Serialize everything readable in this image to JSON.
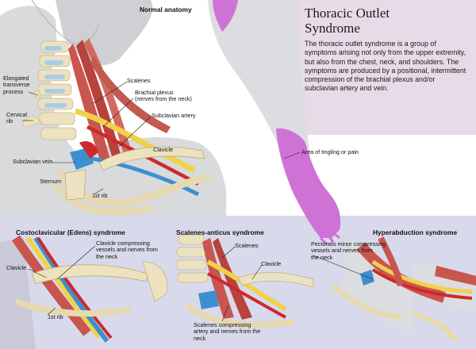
{
  "main_panel": {
    "heading": "Normal anatomy",
    "labels": {
      "elongated_process": "Elongated\ntransverse\nprocess",
      "cervical_rib": "Cervical\nrib",
      "scalenes": "Scalenes",
      "brachial_plexus": "Brachial plexus\n(nerves from the neck)",
      "subclavian_artery": "Subclavian artery",
      "clavicle": "Clavicle",
      "subclavian_vein": "Subclavian vein",
      "sternum": "Sternum",
      "first_rib": "1st rib"
    }
  },
  "info": {
    "title": "Thoracic Outlet\nSyndrome",
    "description": "The thoracic outlet syndrome is a group of symptoms arising not only from the upper extremity, but also from the chest, neck, and shoulders. The symptoms are produced by a positional, intermittent compression of the brachial plexus and/or subclavian artery and vein."
  },
  "arm": {
    "tingling_label": "Area of tingling or pain"
  },
  "syndromes": [
    {
      "heading": "Costoclavicular (Edens) syndrome",
      "labels": {
        "compress": "Clavicle compressing\nvessels and nerves from\nthe neck",
        "clavicle": "Clavicle",
        "first_rib": "1st rib"
      }
    },
    {
      "heading": "Scalenes-anticus syndrome",
      "labels": {
        "scalenes": "Scalenes",
        "clavicle": "Clavicle",
        "compress": "Scalenes compressing\nartery and nerves from the\nneck"
      }
    },
    {
      "heading": "Hyperabduction syndrome",
      "labels": {
        "compress": "Pectoralis minor compressing\nvessels and nerves from\nthe neck"
      }
    }
  ],
  "colors": {
    "skin": "#d9dadc",
    "bone": "#ede2bf",
    "muscle": "#c9564e",
    "nerve": "#efd24a",
    "artery": "#cc2a2a",
    "vein": "#3d8fd0",
    "pain": "#cf72d6",
    "info_bg": "#e8dbe8",
    "bottom_bg": "#d9d9ec"
  }
}
